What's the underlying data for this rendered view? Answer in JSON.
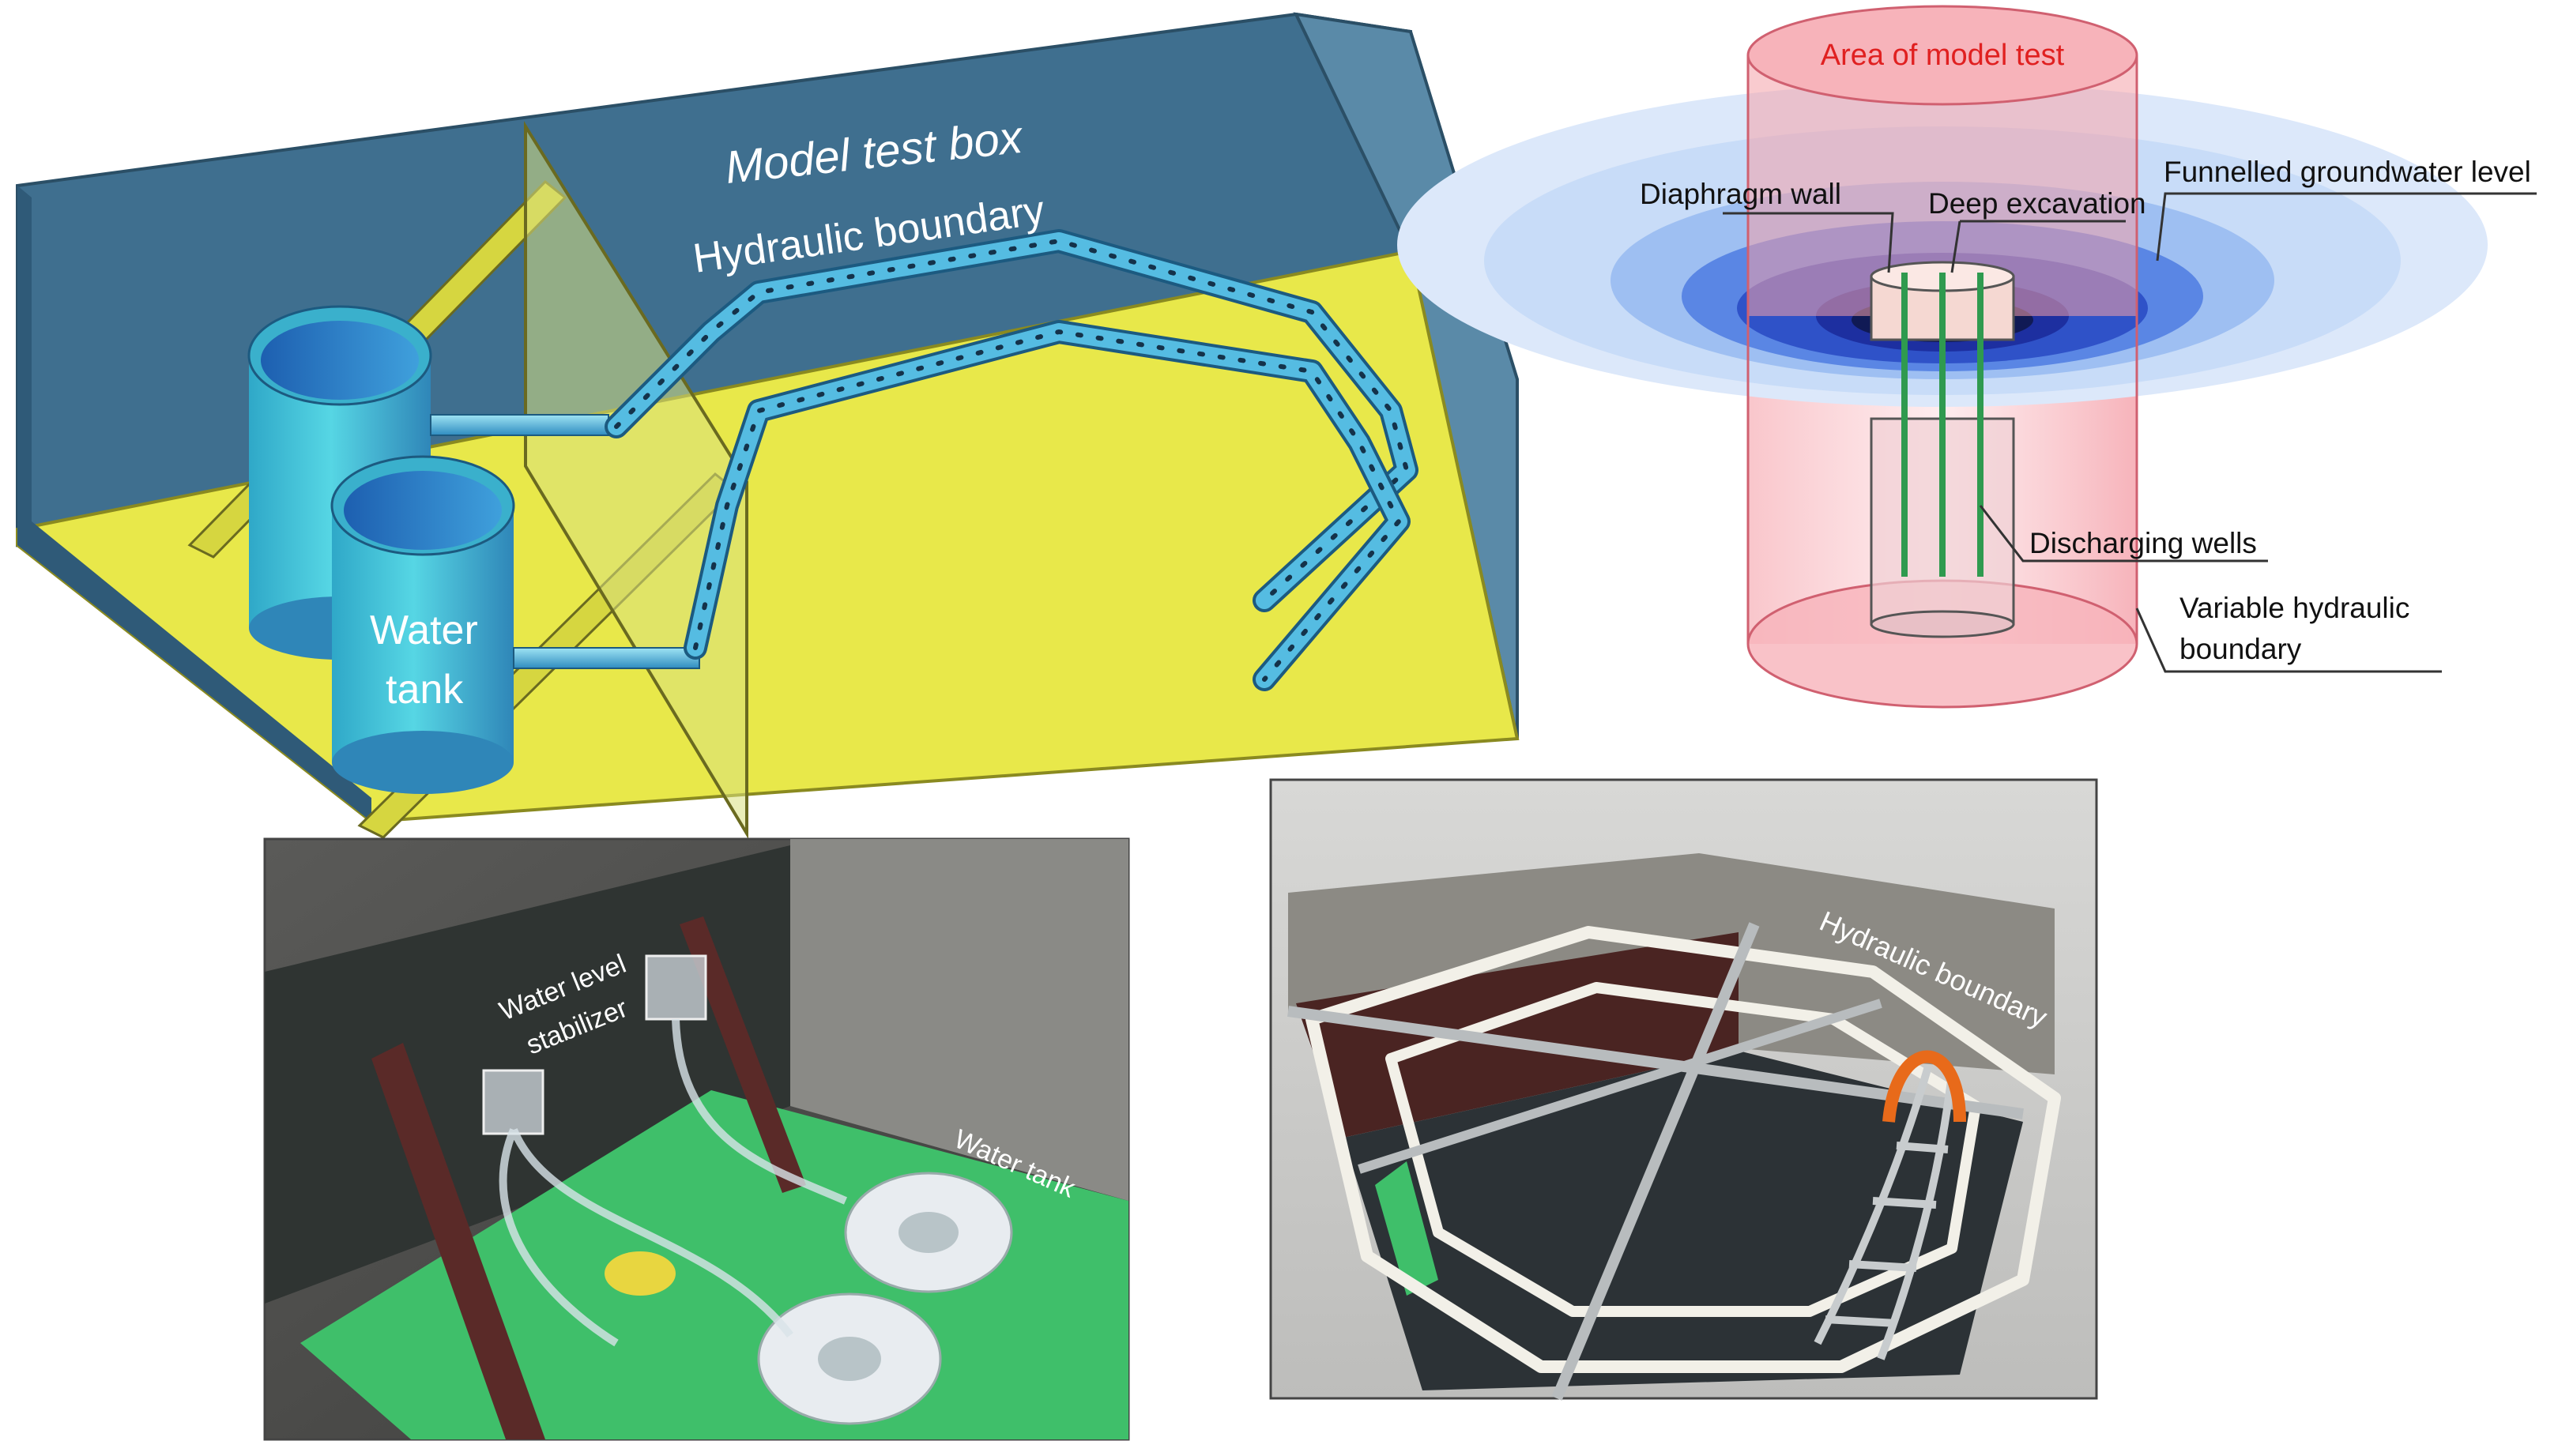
{
  "figure": {
    "schematic": {
      "title": "Model test box",
      "hydraulic_boundary": "Hydraulic boundary",
      "water_tank_line1": "Water",
      "water_tank_line2": "tank"
    },
    "concept": {
      "area": "Area of model test",
      "diaphragm_wall": "Diaphragm wall",
      "deep_excavation": "Deep excavation",
      "funnelled": "Funnelled groundwater level",
      "discharging_wells": "Discharging wells",
      "variable_line1": "Variable hydraulic",
      "variable_line2": "boundary"
    },
    "photo_left": {
      "stabilizer_line1": "Water level",
      "stabilizer_line2": "stabilizer",
      "water_tank": "Water tank"
    },
    "photo_right": {
      "hydraulic_boundary": "Hydraulic boundary"
    }
  },
  "colors": {
    "box_wall": "#3f6f8f",
    "floor": "#e8e84a",
    "tank": "#3fc8d8",
    "pipe": "#4fb8e0",
    "model_area": "#f4a0a8",
    "area_label": "#e02020",
    "funnel_outer": "#dce8fa",
    "funnel_inner": "#1d2fa0"
  }
}
